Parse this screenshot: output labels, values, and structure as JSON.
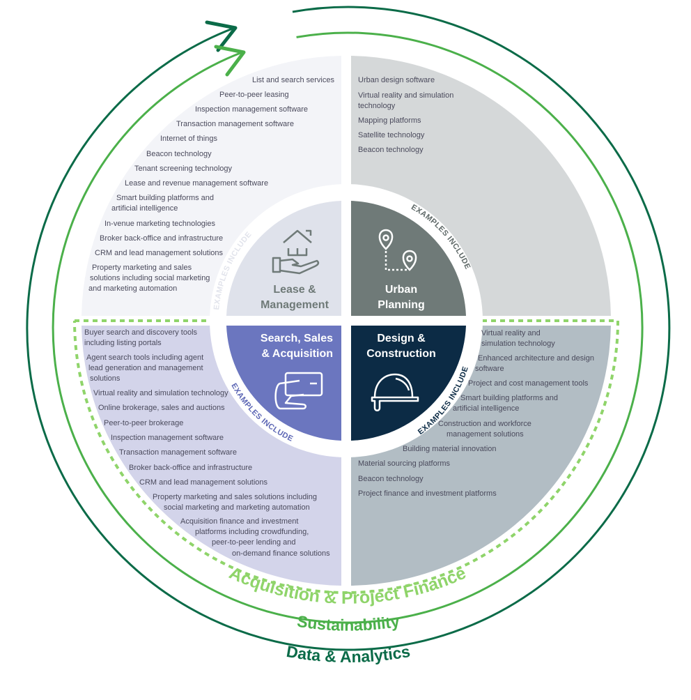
{
  "colors": {
    "tl": "#f3f4f8",
    "tr": "#d5d8d9",
    "bl": "#d3d4ea",
    "br": "#b2bdc4",
    "lease": "#dfe2eb",
    "urban": "#6f7a78",
    "search": "#6b76bf",
    "design": "#0c2b45",
    "light_green": "#8fd46a",
    "green": "#4bb04a",
    "dark_green": "#0b6b48"
  },
  "examples_label": "EXAMPLES INCLUDE",
  "quadrants": {
    "lease": {
      "title_1": "Lease &",
      "title_2": "Management",
      "icon": "house-in-hand-icon",
      "items": [
        {
          "lines": [
            "List and search services"
          ]
        },
        {
          "lines": [
            "Peer-to-peer leasing"
          ]
        },
        {
          "lines": [
            "Inspection management software"
          ]
        },
        {
          "lines": [
            "Transaction management software"
          ]
        },
        {
          "lines": [
            "Internet of things"
          ]
        },
        {
          "lines": [
            "Beacon technology"
          ]
        },
        {
          "lines": [
            "Tenant screening technology"
          ]
        },
        {
          "lines": [
            "Lease and revenue management software"
          ]
        },
        {
          "lines": [
            "Smart building platforms and",
            "artificial intelligence"
          ]
        },
        {
          "lines": [
            "In-venue marketing technologies"
          ]
        },
        {
          "lines": [
            "Broker back-office and infrastructure"
          ]
        },
        {
          "lines": [
            "CRM and lead management solutions"
          ]
        },
        {
          "lines": [
            "Property marketing and sales",
            "solutions including social marketing",
            "and marketing automation"
          ]
        }
      ]
    },
    "urban": {
      "title_1": "Urban",
      "title_2": "Planning",
      "icon": "map-pins-icon",
      "items": [
        {
          "lines": [
            "Urban design software"
          ]
        },
        {
          "lines": [
            "Virtual reality and simulation",
            "technology"
          ]
        },
        {
          "lines": [
            "Mapping platforms"
          ]
        },
        {
          "lines": [
            "Satellite technology"
          ]
        },
        {
          "lines": [
            "Beacon technology"
          ]
        }
      ]
    },
    "search": {
      "title_1": "Search, Sales",
      "title_2": "& Acquisition",
      "icon": "card-in-hand-icon",
      "items": [
        {
          "lines": [
            "Buyer search and discovery tools",
            "including listing portals"
          ]
        },
        {
          "lines": [
            "Agent search tools including agent",
            "lead generation and management",
            "solutions"
          ]
        },
        {
          "lines": [
            "Virtual reality and simulation technology"
          ]
        },
        {
          "lines": [
            "Online brokerage, sales and auctions"
          ]
        },
        {
          "lines": [
            "Peer-to-peer brokerage"
          ]
        },
        {
          "lines": [
            "Inspection management software"
          ]
        },
        {
          "lines": [
            "Transaction management software"
          ]
        },
        {
          "lines": [
            "Broker back-office and infrastructure"
          ]
        },
        {
          "lines": [
            "CRM and lead management solutions"
          ]
        },
        {
          "lines": [
            "Property marketing and sales solutions including",
            "social marketing and marketing automation"
          ]
        },
        {
          "lines": [
            "Acquisition finance and investment",
            "platforms including crowdfunding,",
            "peer-to-peer lending and",
            "on-demand finance solutions"
          ]
        }
      ]
    },
    "design": {
      "title_1": "Design &",
      "title_2": "Construction",
      "icon": "hard-hat-icon",
      "items": [
        {
          "lines": [
            "Virtual reality and",
            "simulation technology"
          ]
        },
        {
          "lines": [
            "Enhanced architecture and design",
            "software"
          ]
        },
        {
          "lines": [
            "Project and cost management tools"
          ]
        },
        {
          "lines": [
            "Smart building platforms and",
            "artificial intelligence"
          ]
        },
        {
          "lines": [
            "Construction and workforce",
            "management solutions"
          ]
        },
        {
          "lines": [
            "Building material innovation"
          ]
        },
        {
          "lines": [
            "Material sourcing platforms"
          ]
        },
        {
          "lines": [
            "Beacon technology"
          ]
        },
        {
          "lines": [
            "Project finance and investment platforms"
          ]
        }
      ]
    }
  },
  "rings": {
    "finance": "Acquisition & Project Finance",
    "sustainability": "Sustainability",
    "data": "Data & Analytics"
  }
}
